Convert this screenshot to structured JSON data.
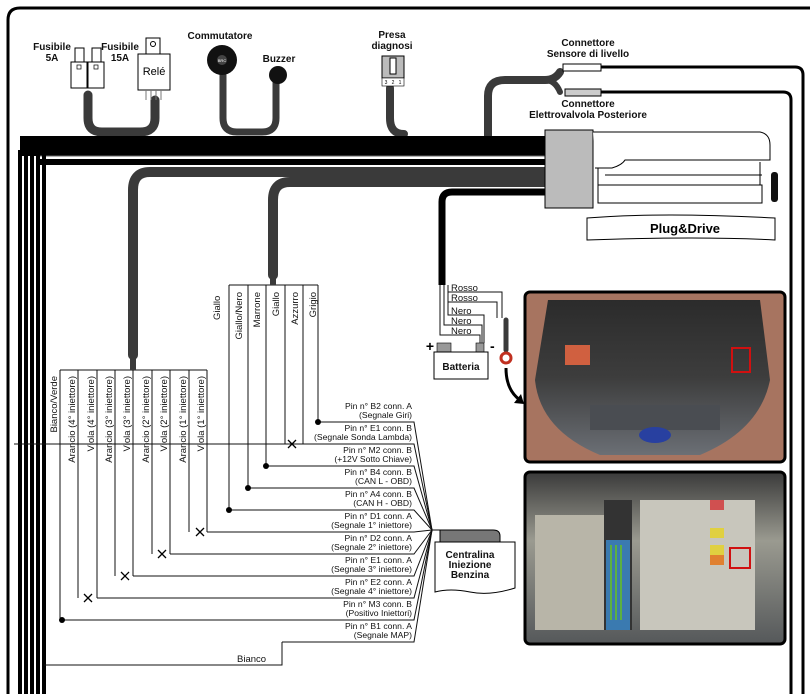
{
  "components": {
    "fuse_5a": [
      "Fusibile",
      "5A"
    ],
    "fuse_15a": [
      "Fusibile",
      "15A"
    ],
    "relay": "Relé",
    "switch": "Commutatore",
    "switch_logo": "BRC",
    "buzzer": "Buzzer",
    "diagnostic_socket": [
      "Presa",
      "diagnosi"
    ],
    "diagnostic_pins": [
      "3",
      "2",
      "1"
    ],
    "level_sensor_connector": [
      "Connettore",
      "Sensore di livello"
    ],
    "rear_valve_connector": [
      "Connettore",
      "Elettrovalvola Posteriore"
    ],
    "ecu_unit": "Plug&Drive",
    "battery": "Batteria",
    "battery_plus": "+",
    "battery_minus": "-",
    "petrol_ecu": [
      "Centralina",
      "Iniezione",
      "Benzina"
    ]
  },
  "battery_wires": [
    "Rosso",
    "Rosso",
    "Nero",
    "Nero",
    "Nero"
  ],
  "injector_wires": [
    "Bianco/Verde",
    "Arancio (4° iniettore)",
    "Viola (4° iniettore)",
    "Arancio (3° iniettore)",
    "Viola (3° iniettore)",
    "Arancio (2° iniettore)",
    "Viola (2° iniettore)",
    "Arancio (1° iniettore)",
    "Viola (1° iniettore)"
  ],
  "signal_wires": [
    "Giallo",
    "Giallo/Nero",
    "Marrone",
    "Giallo",
    "Azzurro",
    "Grigio"
  ],
  "bottom_wire": "Bianco",
  "pins": [
    [
      "Pin n° B2 conn. A",
      "(Segnale Giri)"
    ],
    [
      "Pin n° E1 conn. B",
      "(Segnale Sonda Lambda)"
    ],
    [
      "Pin n° M2 conn. B",
      "(+12V Sotto Chiave)"
    ],
    [
      "Pin n° B4 conn. B",
      "(CAN L - OBD)"
    ],
    [
      "Pin n° A4 conn. B",
      "(CAN H - OBD)"
    ],
    [
      "Pin n° D1 conn. A",
      "(Segnale 1° iniettore)"
    ],
    [
      "Pin n° D2 conn. A",
      "(Segnale 2° iniettore)"
    ],
    [
      "Pin n° E1 conn. A",
      "(Segnale 3° iniettore)"
    ],
    [
      "Pin n° E2 conn. A",
      "(Segnale 4° iniettore)"
    ],
    [
      "Pin n° M3 conn. B",
      "(Positivo Iniettori)"
    ],
    [
      "Pin n° B1 conn. A",
      "(Segnale MAP)"
    ]
  ],
  "colors": {
    "cable": "#3a3a3a",
    "highlight": "#d01010",
    "harness": "#000000"
  }
}
